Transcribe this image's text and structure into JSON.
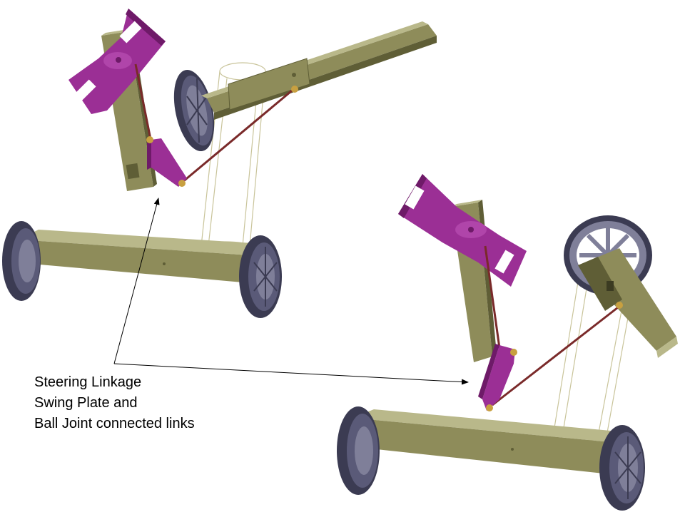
{
  "annotation": {
    "lines": [
      "Steering Linkage",
      "Swing Plate and",
      "Ball Joint connected links"
    ]
  },
  "colors": {
    "frame": "#8e8c5a",
    "frame_dark": "#5f5e36",
    "frame_light": "#b9b88a",
    "plate": "#9b2f95",
    "plate_dark": "#6e1a68",
    "tire": "#3b3b52",
    "hub": "#7f7f99",
    "rod": "#7a2a2a",
    "joint": "#c8a040",
    "ghost": "#c9c49a"
  }
}
